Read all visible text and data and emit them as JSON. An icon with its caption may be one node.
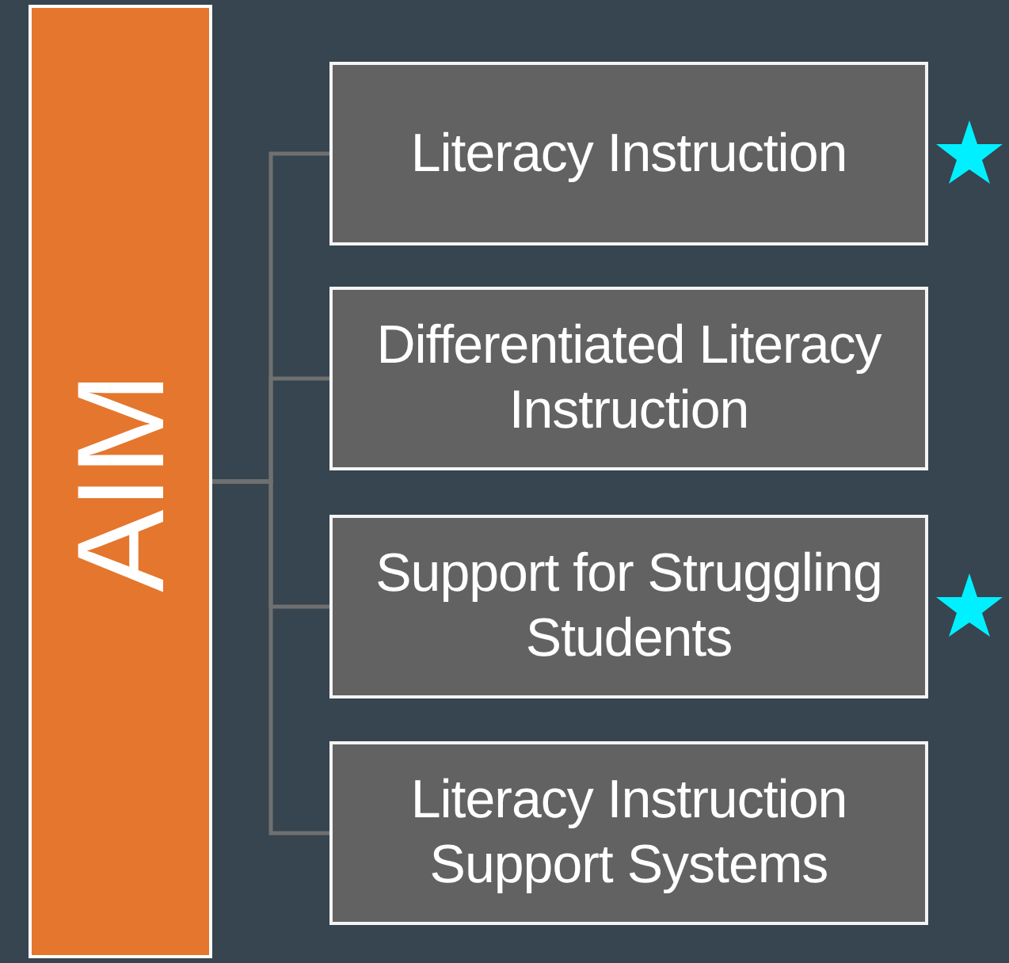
{
  "diagram": {
    "nodes": [
      {
        "text": [
          "AIM"
        ]
      },
      {
        "text": [
          "Literacy Instruction"
        ]
      },
      {
        "text": [
          "Differentiated Literacy Instruction"
        ]
      },
      {
        "text": [
          "Support for Struggling Students"
        ]
      },
      {
        "text": [
          "Literacy Instruction Support Systems"
        ]
      }
    ],
    "edges": [
      {
        "from": 0,
        "to": 1,
        "arrow": "none"
      },
      {
        "from": 0,
        "to": 2,
        "arrow": "none"
      },
      {
        "from": 0,
        "to": 3,
        "arrow": "none"
      },
      {
        "from": 0,
        "to": 4,
        "arrow": "none"
      }
    ]
  }
}
